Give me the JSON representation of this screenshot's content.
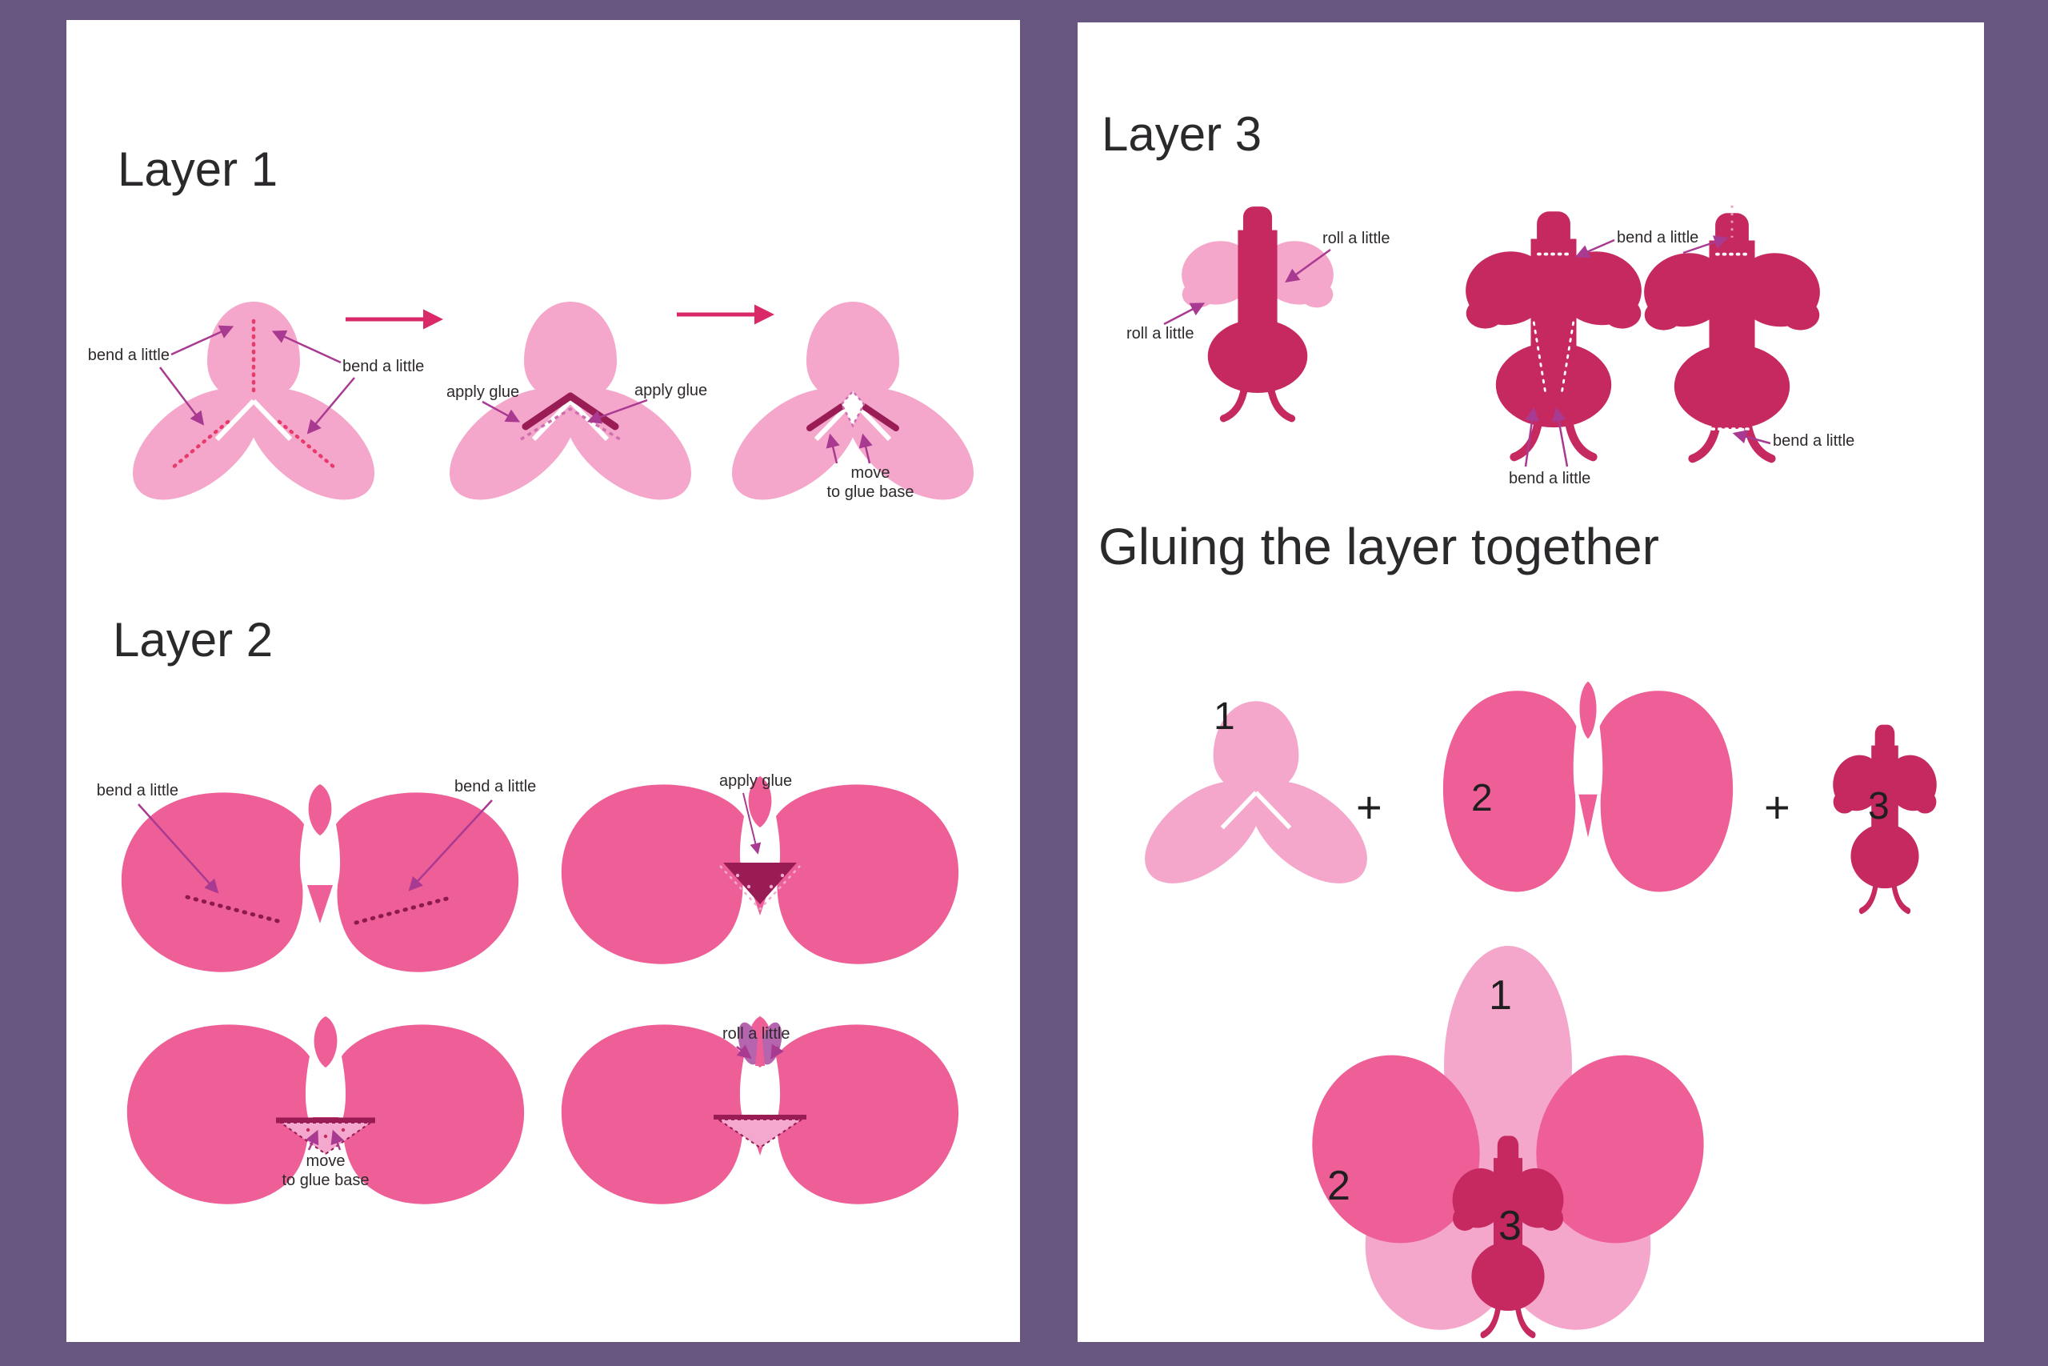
{
  "palette": {
    "background": "#675680",
    "panel": "#ffffff",
    "pink_light": "#F4A7CB",
    "pink_medium": "#EE5E97",
    "pink_dark": "#C6295F",
    "glue_dark": "#9A1C55",
    "glue_light": "#F4A8CD",
    "fold_red": "#E83A6B",
    "dot_dark": "#8D1A4E",
    "chevron_dash": "#D06FAE",
    "arrow_pink": "#D92968",
    "leader_magenta": "#A93A92",
    "roll_purple": "#B465AE",
    "text": "#2E2A2C"
  },
  "layer1": {
    "title": "Layer 1",
    "bend_left": "bend a little",
    "bend_right": "bend a little",
    "glue_left": "apply glue",
    "glue_right": "apply glue",
    "move_line1": "move",
    "move_line2": "to glue base"
  },
  "layer2": {
    "title": "Layer 2",
    "bend_left": "bend a little",
    "bend_right": "bend a little",
    "glue": "apply glue",
    "move_line1": "move",
    "move_line2": "to glue base",
    "roll": "roll a little"
  },
  "layer3": {
    "title": "Layer 3",
    "roll_top": "roll a little",
    "roll_left": "roll a little",
    "bend_top": "bend a little",
    "bend_bottom_left": "bend a little",
    "bend_bottom_right": "bend a little"
  },
  "gluing": {
    "title": "Gluing the layer together",
    "part1": "1",
    "plus1": "+",
    "part2": "2",
    "plus2": "+",
    "part3": "3",
    "result1": "1",
    "result2": "2",
    "result3": "3"
  }
}
